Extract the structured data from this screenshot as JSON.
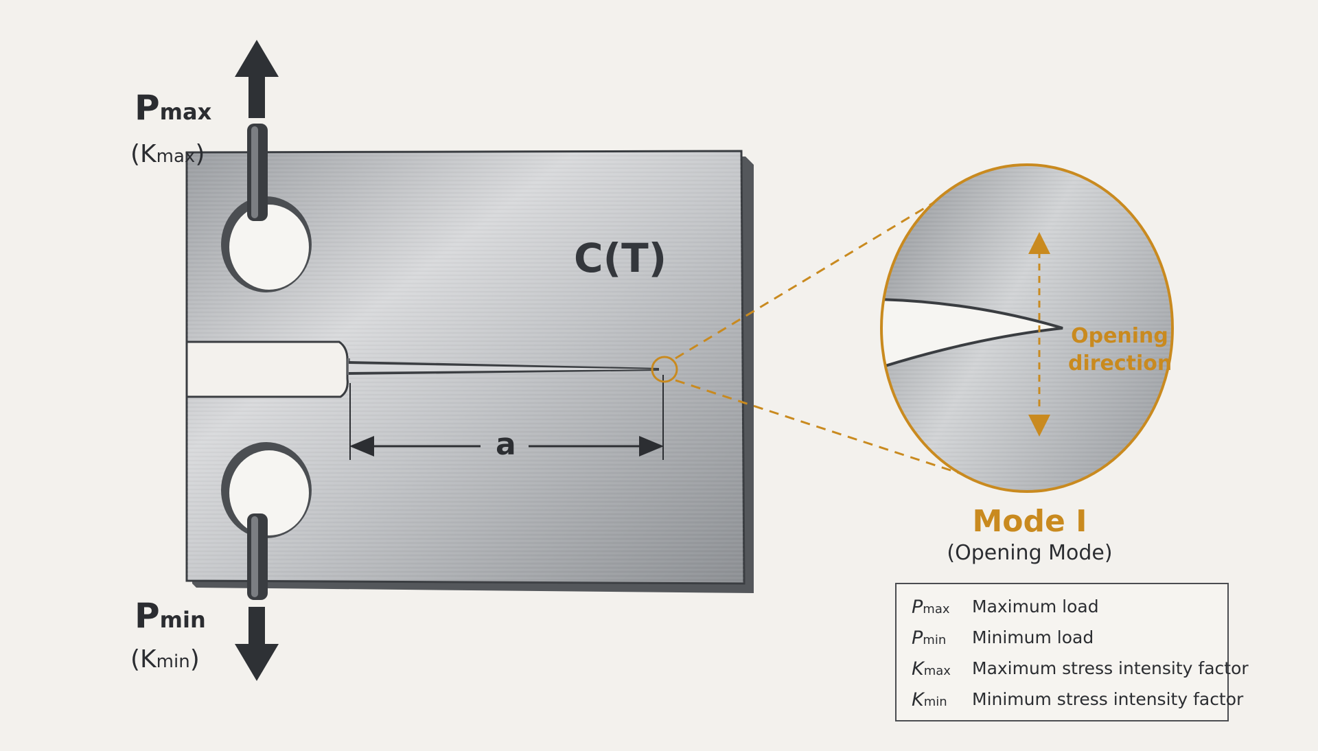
{
  "specimen": {
    "label": "C(T)"
  },
  "loads": {
    "upper": {
      "main": "P",
      "sub": "max",
      "paren_main": "K",
      "paren_sub": "max"
    },
    "lower": {
      "main": "P",
      "sub": "min",
      "paren_main": "K",
      "paren_sub": "min"
    }
  },
  "crack": {
    "length_label": "a"
  },
  "detail": {
    "opening_line1": "Opening",
    "opening_line2": "direction"
  },
  "mode": {
    "title": "Mode I",
    "subtitle": "(Opening Mode)"
  },
  "legend": [
    {
      "sym": "P",
      "sub": "max",
      "desc": "Maximum load"
    },
    {
      "sym": "P",
      "sub": "min",
      "desc": "Minimum load"
    },
    {
      "sym": "K",
      "sub": "max",
      "desc": "Maximum stress intensity factor"
    },
    {
      "sym": "K",
      "sub": "min",
      "desc": "Minimum stress intensity factor"
    }
  ],
  "colors": {
    "accent": "#c98a1f",
    "arrow": "#2e3135",
    "background": "#f3f1ed",
    "metal": "#b9bbbe"
  }
}
